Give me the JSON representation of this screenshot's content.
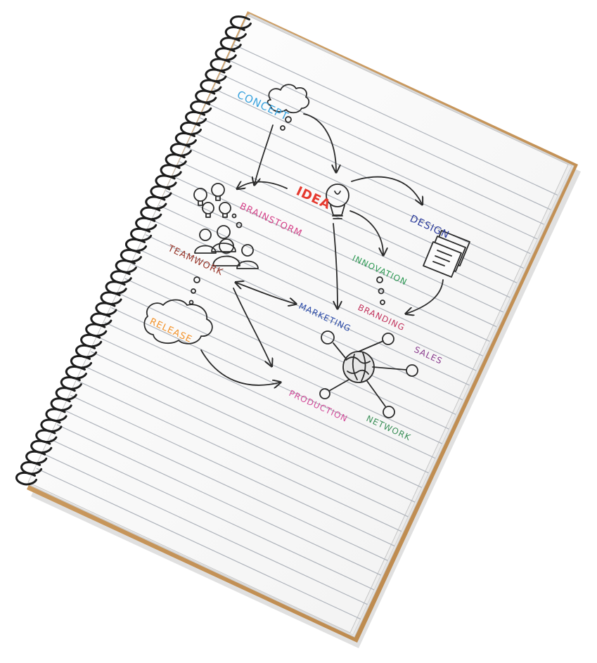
{
  "labels": {
    "concept": "CONCEPT",
    "idea": "IDEA",
    "brainstorm": "BRAINSTORM",
    "teamwork": "TEAMWORK",
    "design": "DESIGN",
    "innovation": "INNOVATION",
    "marketing": "MARKETING",
    "branding": "BRANDING",
    "release": "RELEASE",
    "sales": "SALES",
    "production": "PRODUCTION",
    "network": "NETWORK"
  },
  "colors": {
    "concept": "#3aa3de",
    "idea": "#e53a2f",
    "brainstorm": "#d6468c",
    "teamwork": "#9a3a2e",
    "design": "#2c3c9c",
    "innovation": "#2f9a55",
    "marketing": "#2a4aa8",
    "branding": "#c2365f",
    "release": "#f3932b",
    "sales": "#8a3c8e",
    "production": "#d24b9a",
    "network": "#3a8f57",
    "ink": "#2b2b2b",
    "cover": "#c9965c",
    "page": "#fbfbfb",
    "rule": "#aeb3bb"
  },
  "icons": [
    "cloud-icon",
    "lightbulb-icon",
    "people-icon",
    "documents-icon",
    "globe-icon",
    "spiral-binding-icon"
  ]
}
